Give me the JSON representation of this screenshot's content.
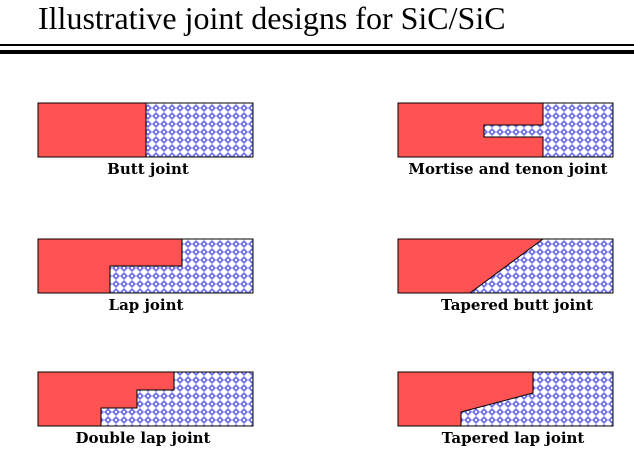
{
  "title": "Illustrative joint designs for SiC/SiC",
  "colors": {
    "solid_fill": "#ff5252",
    "pattern_fill": "#8080ff",
    "outline": "#000000"
  },
  "joints": [
    {
      "id": "butt",
      "label": "Butt joint"
    },
    {
      "id": "mortise",
      "label": "Mortise and tenon joint"
    },
    {
      "id": "lap",
      "label": "Lap joint"
    },
    {
      "id": "tapered-butt",
      "label": "Tapered butt joint"
    },
    {
      "id": "double-lap",
      "label": "Double lap joint"
    },
    {
      "id": "tapered-lap",
      "label": "Tapered lap joint"
    }
  ]
}
